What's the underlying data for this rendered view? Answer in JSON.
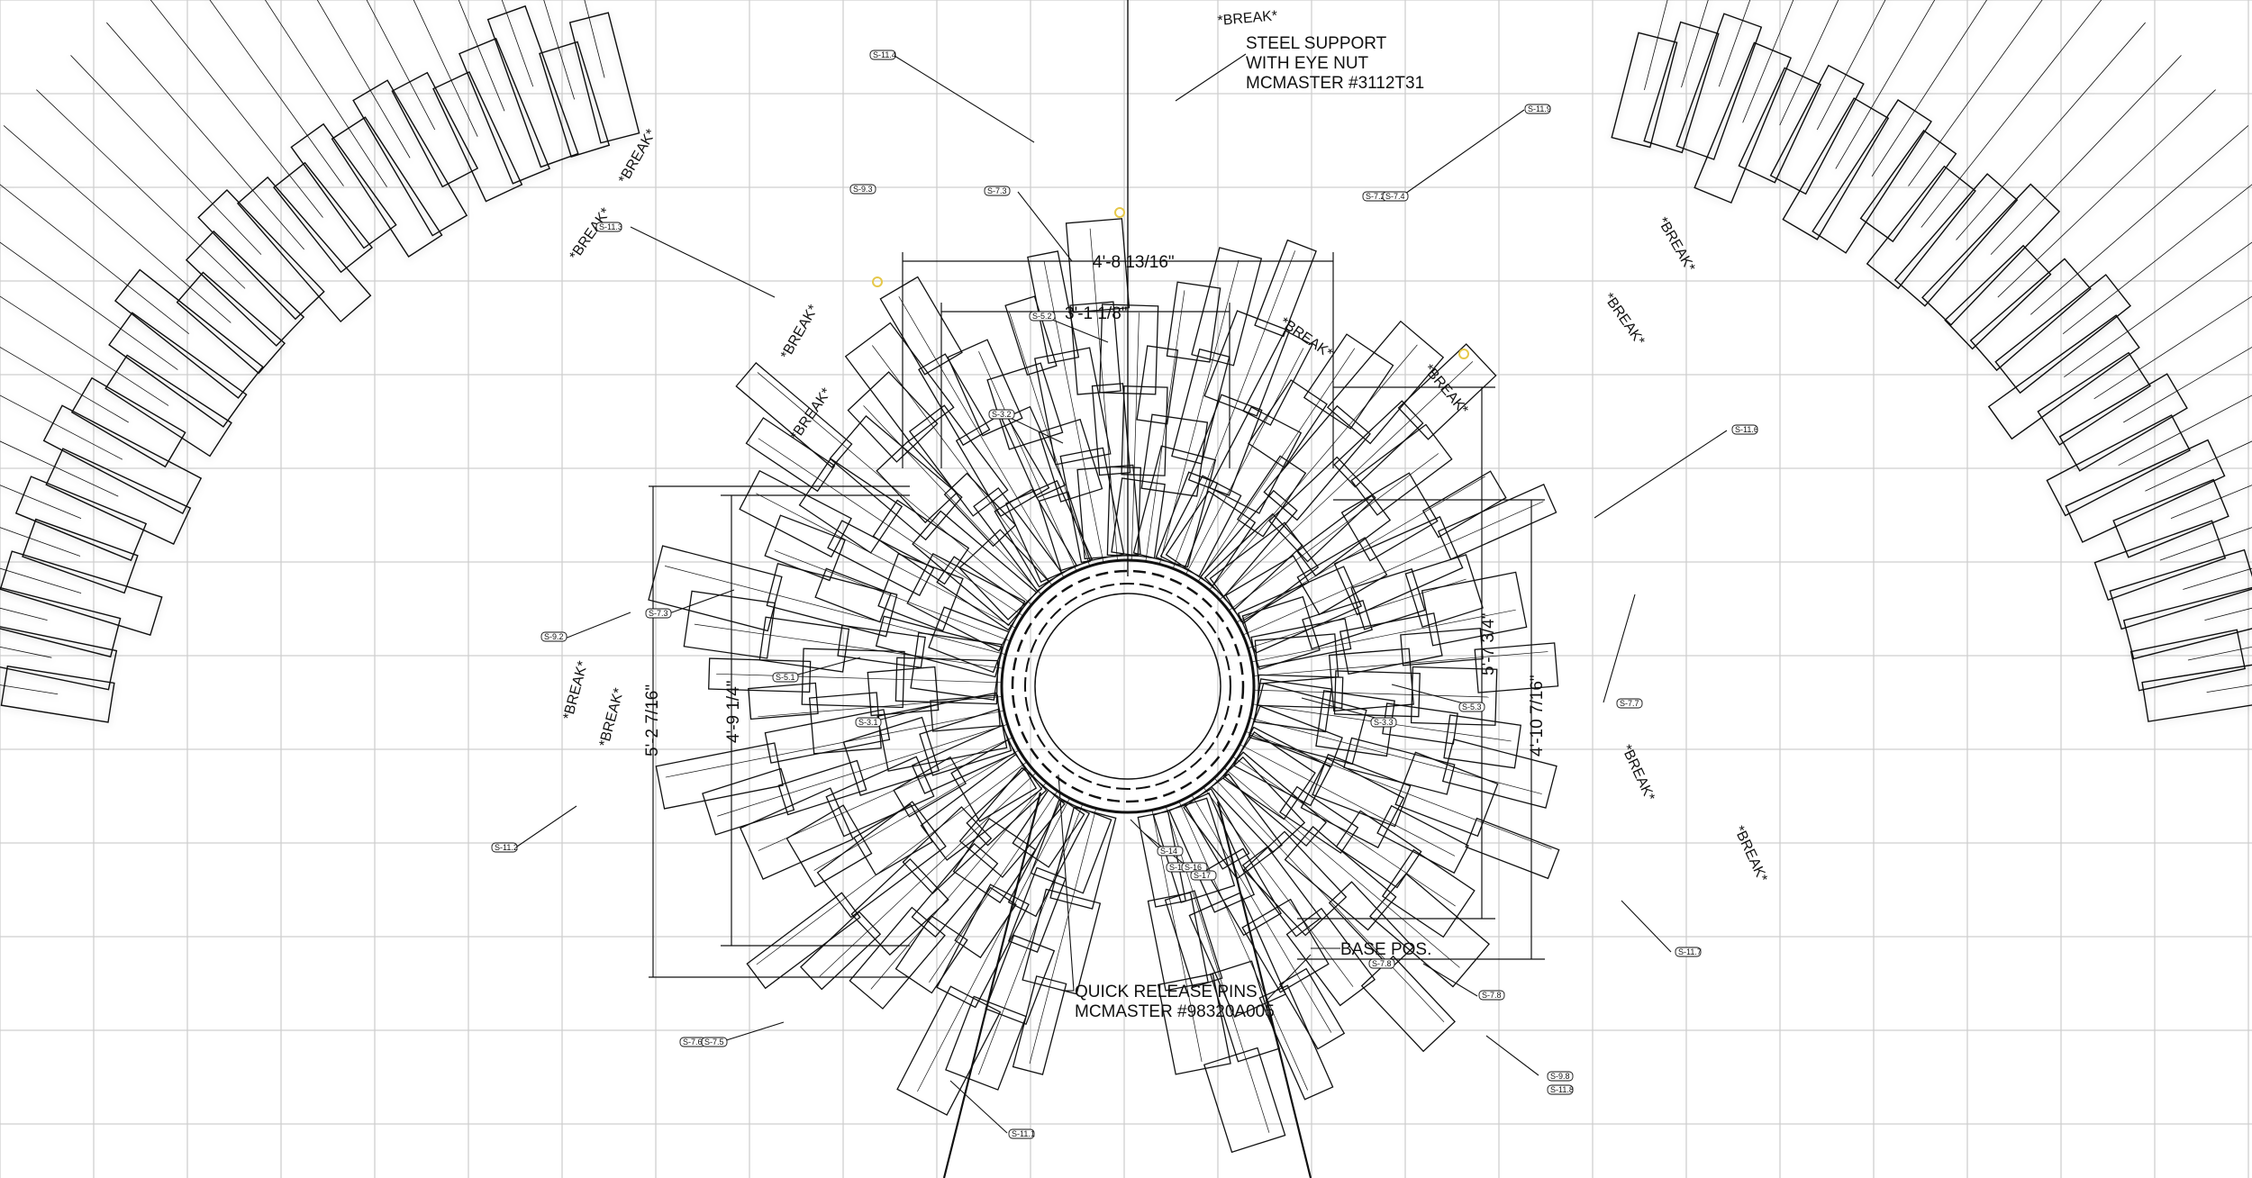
{
  "notes": {
    "steel_support": [
      "STEEL SUPPORT",
      "WITH EYE NUT",
      "MCMASTER #3112T31"
    ],
    "pins": [
      "QUICK RELEASE PINS",
      "MCMASTER #98320A005"
    ],
    "base_pos": "BASE POS."
  },
  "break_label": "*BREAK*",
  "dimensions": {
    "d1": "4'-8 13/16\"",
    "d2": "3'-1 1/8\"",
    "d3": "5'-2 7/16\"",
    "d4": "4'-9 1/4\"",
    "d5": "5'-7 3/4\"",
    "d6": "4'-10 7/16\""
  },
  "tags": [
    "S-11.4",
    "S-11.9",
    "S-9.3",
    "S-7.3",
    "S-11.3",
    "S-7.2",
    "S-7.4",
    "S-5.2",
    "S-3.2",
    "S-11.6",
    "S-9.2",
    "S-7.3",
    "S-5.1",
    "S-3.1",
    "S-7.6",
    "S-7.5",
    "S-5.3",
    "S-3.3",
    "S-11.2",
    "S-14",
    "S-15",
    "S-16",
    "S-17",
    "S-11.7",
    "S-7.8",
    "S-7.8",
    "S-7.7",
    "S-9.8",
    "S-11.8",
    "S-11.1"
  ],
  "colors": {
    "line": "#111111",
    "grid": "#cfcfcf",
    "marker": "#e6c84a",
    "background": "#ffffff"
  }
}
